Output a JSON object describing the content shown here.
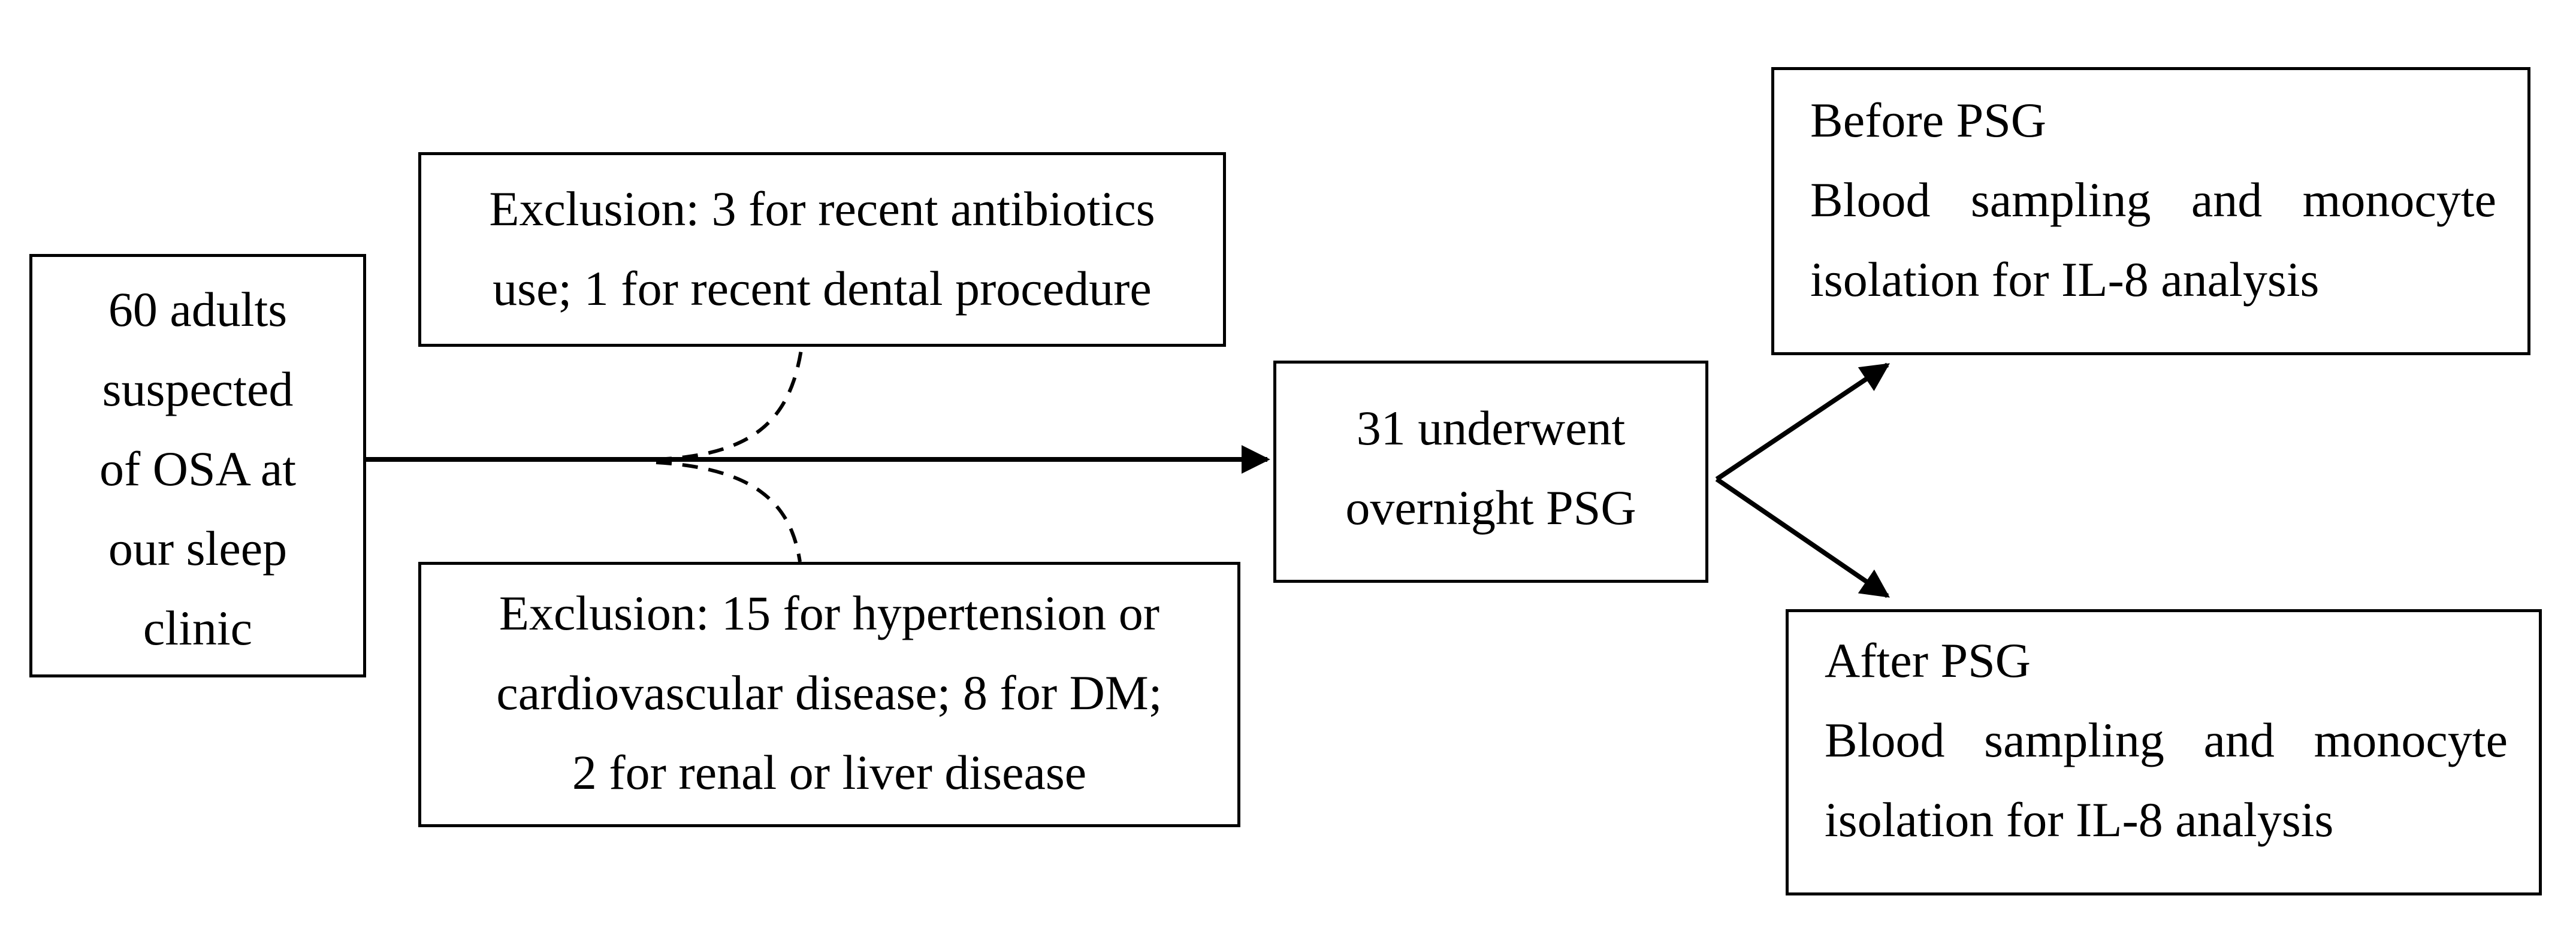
{
  "start_box": {
    "lines": [
      "60 adults",
      "suspected",
      "of OSA at",
      "our sleep",
      "clinic"
    ]
  },
  "exclusion_top": {
    "lines": [
      "Exclusion: 3 for recent antibiotics",
      "use; 1 for recent dental procedure"
    ]
  },
  "exclusion_bottom": {
    "lines": [
      "Exclusion: 15 for hypertension or",
      "cardiovascular disease; 8 for DM;",
      "2 for renal or liver disease"
    ]
  },
  "psg_box": {
    "lines": [
      "31 underwent",
      "overnight PSG"
    ]
  },
  "before_box": {
    "title": "Before PSG",
    "lines": [
      "Blood sampling and monocyte",
      "isolation for IL-8 analysis"
    ]
  },
  "after_box": {
    "title": "After PSG",
    "lines": [
      "Blood sampling and monocyte",
      "isolation for IL-8 analysis"
    ]
  }
}
